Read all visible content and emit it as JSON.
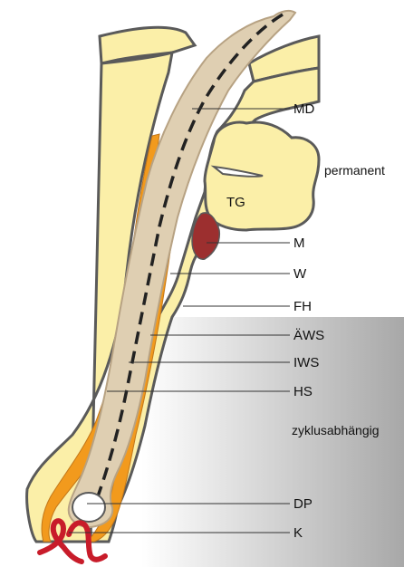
{
  "diagram": {
    "colors": {
      "outline": "#5a5a5a",
      "skin": "#fbefa8",
      "hair_shaft": "#dfcfb2",
      "hair_shaft_edge": "#b7a283",
      "inner_sheath": "#f29a1d",
      "muscle": "#9c2f2f",
      "capillary": "#c81c2a",
      "gradient_dark": "#a8a8a8",
      "gradient_light": "#ffffff"
    },
    "labels": {
      "md": "MD",
      "tg": "TG",
      "m": "M",
      "w": "W",
      "fh": "FH",
      "aews": "ÄWS",
      "iws": "IWS",
      "hs": "HS",
      "dp": "DP",
      "k": "K",
      "permanent": "permanent",
      "zyklus": "zyklusabhängig"
    }
  }
}
